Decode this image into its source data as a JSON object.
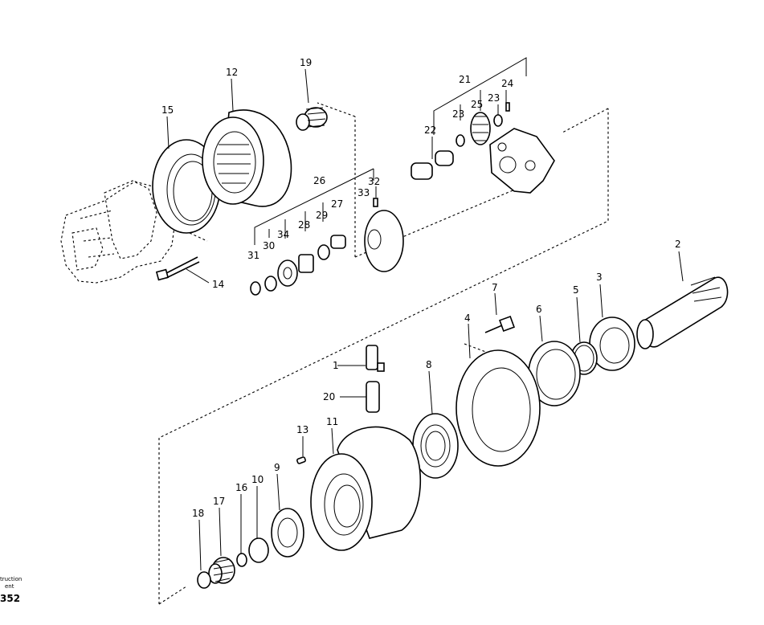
{
  "diagram": {
    "part_numbers": [
      "1",
      "2",
      "3",
      "4",
      "5",
      "6",
      "7",
      "8",
      "9",
      "10",
      "11",
      "12",
      "13",
      "14",
      "15",
      "16",
      "17",
      "18",
      "19",
      "20",
      "21",
      "22",
      "23",
      "23",
      "24",
      "25",
      "26",
      "27",
      "28",
      "29",
      "30",
      "31",
      "32",
      "33",
      "34"
    ],
    "footer": {
      "line1": "truction",
      "line2": "ent",
      "code": "352"
    }
  }
}
